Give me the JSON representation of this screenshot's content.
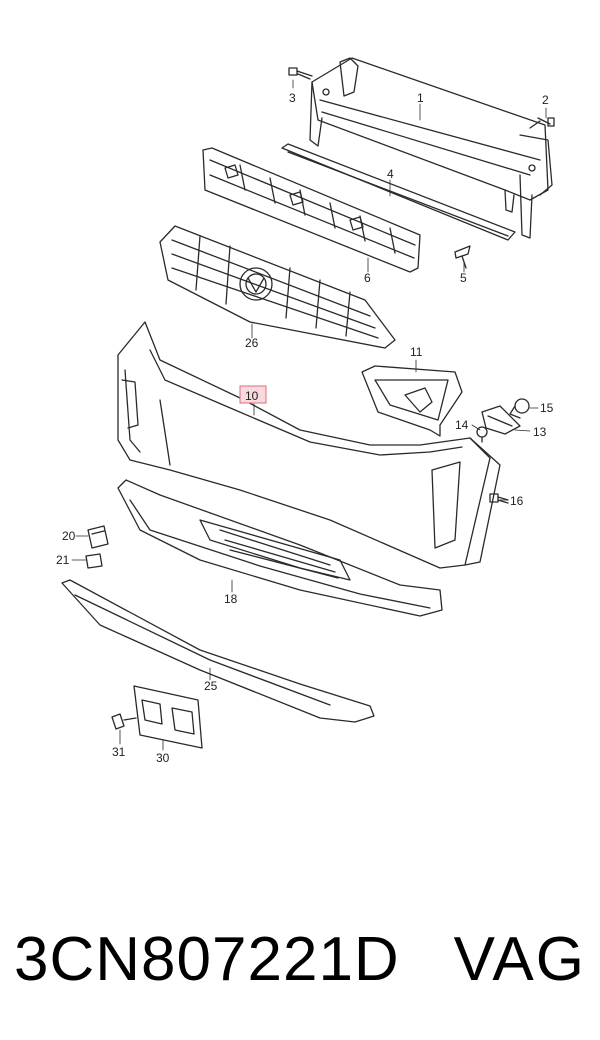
{
  "diagram": {
    "part_numbers": {
      "p1": "1",
      "p2": "2",
      "p3": "3",
      "p4": "4",
      "p5": "5",
      "p6": "6",
      "p10": "10",
      "p11": "11",
      "p13": "13",
      "p14": "14",
      "p15": "15",
      "p16": "16",
      "p18": "18",
      "p20": "20",
      "p21": "21",
      "p25": "25",
      "p26": "26",
      "p30": "30",
      "p31": "31"
    },
    "highlighted_part": "10",
    "highlight_color": "#f7d9de"
  },
  "footer": {
    "part_code": "3CN807221D",
    "brand": "VAG"
  }
}
